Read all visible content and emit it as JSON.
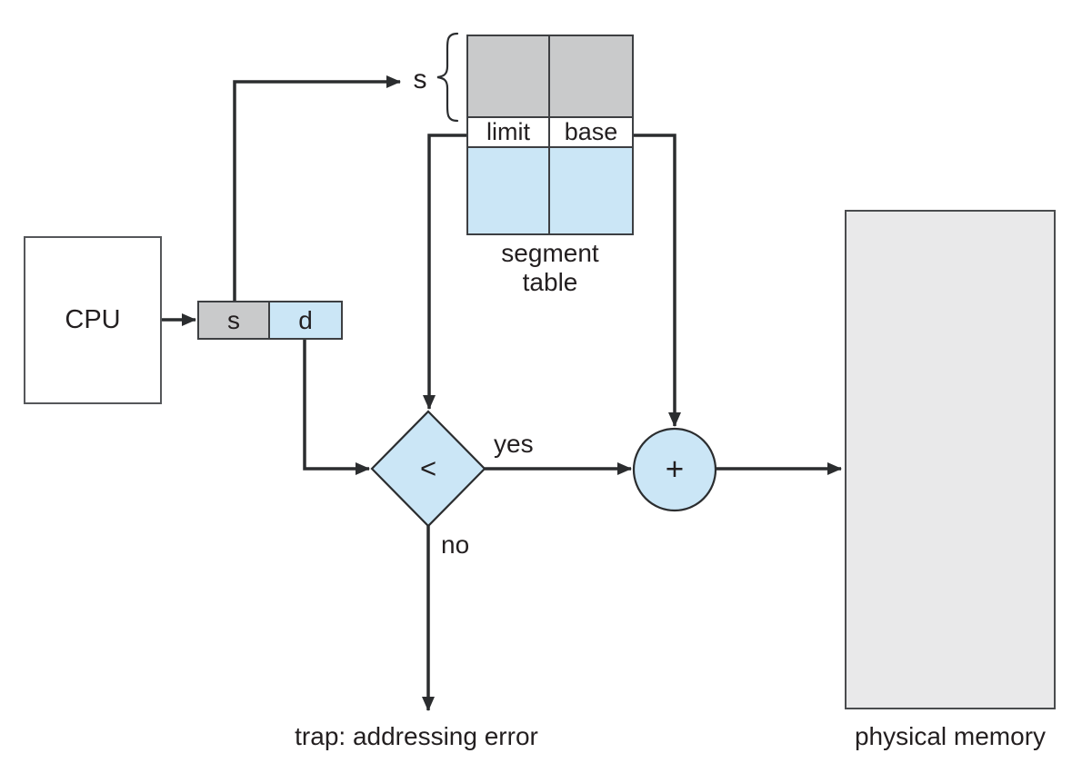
{
  "diagram": {
    "title_semantic": "segmentation hardware",
    "cpu_label": "CPU",
    "register": {
      "segment_field": "s",
      "offset_field": "d"
    },
    "segment_pointer_label": "s",
    "segment_table": {
      "limit_header": "limit",
      "base_header": "base",
      "caption_line1": "segment",
      "caption_line2": "table"
    },
    "comparator_label": "<",
    "adder_label": "+",
    "yes_label": "yes",
    "no_label": "no",
    "trap_label": "trap: addressing error",
    "physical_memory_label": "physical memory"
  },
  "colors": {
    "gray_fill": "#c9cacb",
    "blue_fill": "#cbe6f6",
    "memory_fill": "#e9e9ea",
    "line_color": "#2b2d2f",
    "border_color": "#3d3f42",
    "text_color": "#231f20",
    "bg_color": "#ffffff"
  }
}
